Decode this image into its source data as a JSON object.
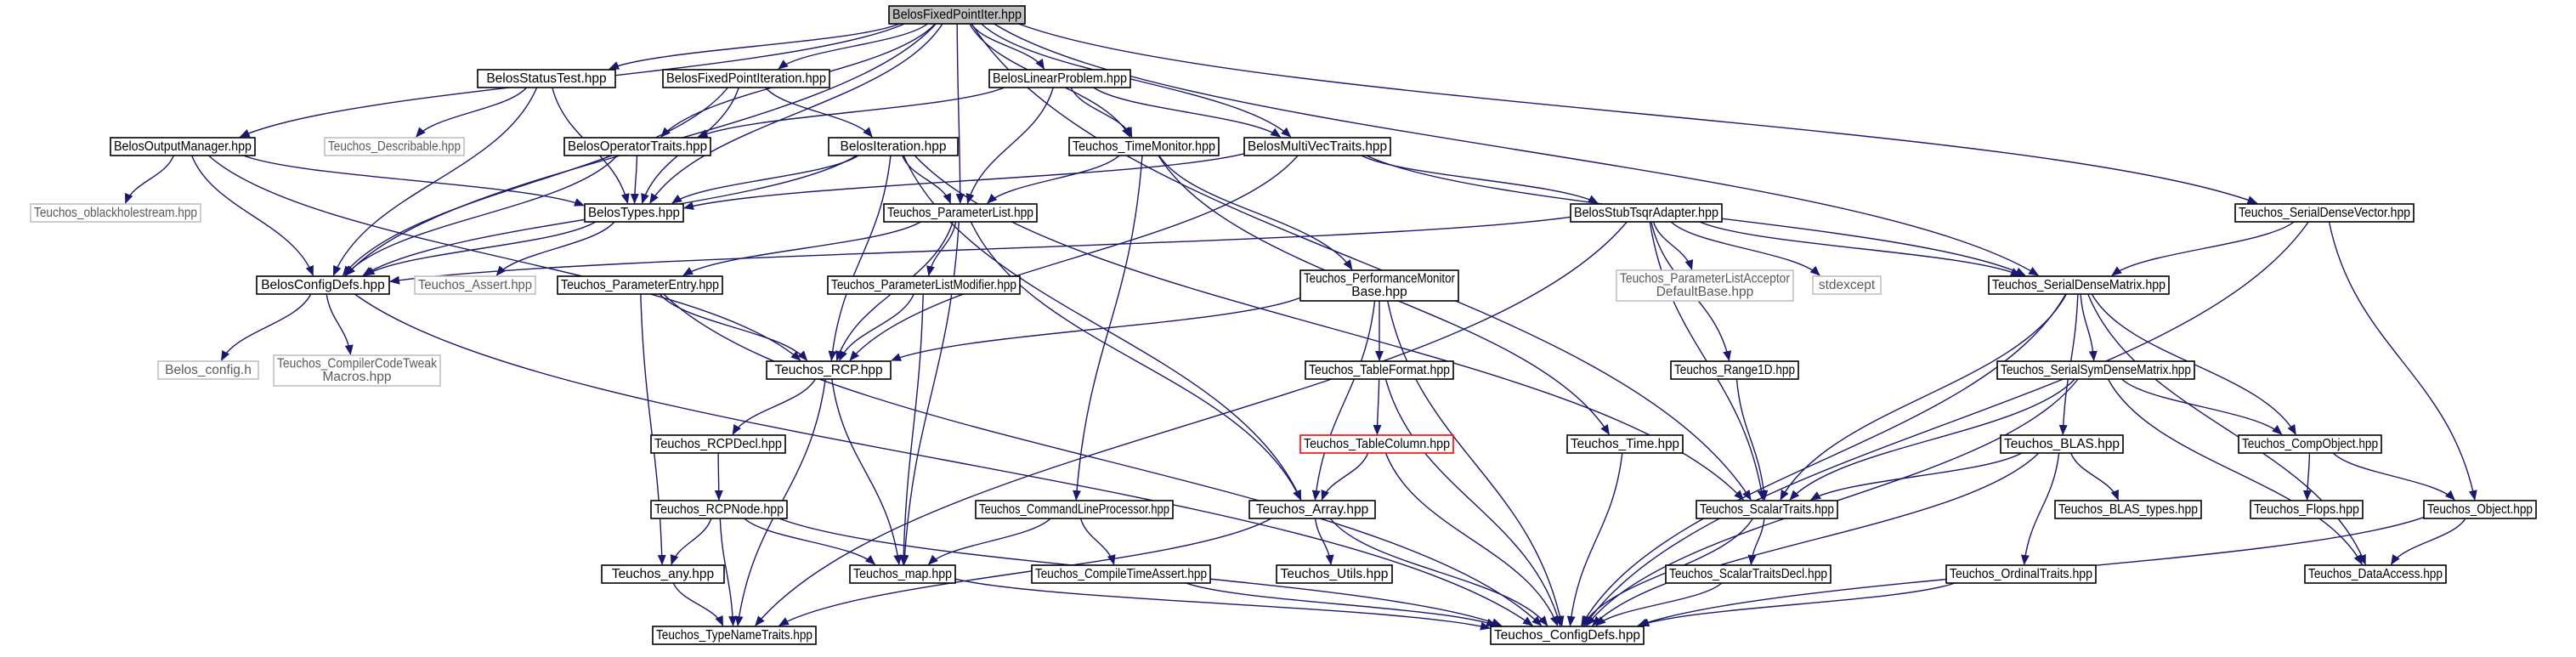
{
  "colors": {
    "edge": "#191970",
    "node_border": "#000000",
    "node_border_external": "#bfbfbf",
    "node_border_truncated": "#ff0000",
    "root_fill": "#bfbfbf",
    "node_fill": "#ffffff",
    "text": "#000000",
    "text_external": "#5a5a5a"
  },
  "nodes": [
    {
      "id": "root",
      "label": "BelosFixedPointIter.hpp",
      "kind": "root"
    },
    {
      "id": "statustest",
      "label": "BelosStatusTest.hpp"
    },
    {
      "id": "fpiteration",
      "label": "BelosFixedPointIteration.hpp"
    },
    {
      "id": "linearproblem",
      "label": "BelosLinearProblem.hpp"
    },
    {
      "id": "serialdensevector",
      "label": "Teuchos_SerialDenseVector.hpp"
    },
    {
      "id": "outputmanager",
      "label": "BelosOutputManager.hpp"
    },
    {
      "id": "describable",
      "label": "Teuchos_Describable.hpp",
      "kind": "external"
    },
    {
      "id": "operatortraits",
      "label": "BelosOperatorTraits.hpp"
    },
    {
      "id": "iteration",
      "label": "BelosIteration.hpp"
    },
    {
      "id": "timemonitor",
      "label": "Teuchos_TimeMonitor.hpp"
    },
    {
      "id": "multivectraits",
      "label": "BelosMultiVecTraits.hpp"
    },
    {
      "id": "oblackhole",
      "label": "Teuchos_oblackholestream.hpp",
      "kind": "external"
    },
    {
      "id": "belostypes",
      "label": "BelosTypes.hpp"
    },
    {
      "id": "parameterlist",
      "label": "Teuchos_ParameterList.hpp"
    },
    {
      "id": "stubtsqr",
      "label": "BelosStubTsqrAdapter.hpp"
    },
    {
      "id": "configdefs_belos",
      "label": "BelosConfigDefs.hpp"
    },
    {
      "id": "assert",
      "label": "Teuchos_Assert.hpp",
      "kind": "external"
    },
    {
      "id": "parameterentry",
      "label": "Teuchos_ParameterEntry.hpp"
    },
    {
      "id": "plmodifier",
      "label": "Teuchos_ParameterListModifier.hpp"
    },
    {
      "id": "perfmonitor",
      "label": [
        "Teuchos_PerformanceMonitor",
        "Base.hpp"
      ]
    },
    {
      "id": "placceptor",
      "label": [
        "Teuchos_ParameterListAcceptor",
        "DefaultBase.hpp"
      ],
      "kind": "external"
    },
    {
      "id": "stdexcept",
      "label": "stdexcept",
      "kind": "external"
    },
    {
      "id": "serialdensematrix",
      "label": "Teuchos_SerialDenseMatrix.hpp"
    },
    {
      "id": "belosconfig",
      "label": "Belos_config.h",
      "kind": "external"
    },
    {
      "id": "compilercodetweak",
      "label": [
        "Teuchos_CompilerCodeTweak",
        "Macros.hpp"
      ],
      "kind": "external"
    },
    {
      "id": "rcp",
      "label": "Teuchos_RCP.hpp"
    },
    {
      "id": "tableformat",
      "label": "Teuchos_TableFormat.hpp"
    },
    {
      "id": "range1d",
      "label": "Teuchos_Range1D.hpp"
    },
    {
      "id": "serialsym",
      "label": "Teuchos_SerialSymDenseMatrix.hpp"
    },
    {
      "id": "rcpdecl",
      "label": "Teuchos_RCPDecl.hpp"
    },
    {
      "id": "tablecolumn",
      "label": "Teuchos_TableColumn.hpp",
      "kind": "truncated"
    },
    {
      "id": "time",
      "label": "Teuchos_Time.hpp"
    },
    {
      "id": "blas",
      "label": "Teuchos_BLAS.hpp"
    },
    {
      "id": "compobject",
      "label": "Teuchos_CompObject.hpp"
    },
    {
      "id": "rcpnode",
      "label": "Teuchos_RCPNode.hpp"
    },
    {
      "id": "cmdline",
      "label": "Teuchos_CommandLineProcessor.hpp"
    },
    {
      "id": "array",
      "label": "Teuchos_Array.hpp"
    },
    {
      "id": "scalartraits",
      "label": "Teuchos_ScalarTraits.hpp"
    },
    {
      "id": "blastypes",
      "label": "Teuchos_BLAS_types.hpp"
    },
    {
      "id": "flops",
      "label": "Teuchos_Flops.hpp"
    },
    {
      "id": "object",
      "label": "Teuchos_Object.hpp"
    },
    {
      "id": "any",
      "label": "Teuchos_any.hpp"
    },
    {
      "id": "map",
      "label": "Teuchos_map.hpp"
    },
    {
      "id": "compiletimeassert",
      "label": "Teuchos_CompileTimeAssert.hpp"
    },
    {
      "id": "utils",
      "label": "Teuchos_Utils.hpp"
    },
    {
      "id": "scalartraitsdecl",
      "label": "Teuchos_ScalarTraitsDecl.hpp"
    },
    {
      "id": "ordinaltraits",
      "label": "Teuchos_OrdinalTraits.hpp"
    },
    {
      "id": "dataaccess",
      "label": "Teuchos_DataAccess.hpp"
    },
    {
      "id": "typenametraits",
      "label": "Teuchos_TypeNameTraits.hpp"
    },
    {
      "id": "configdefs",
      "label": "Teuchos_ConfigDefs.hpp"
    }
  ],
  "edges": [
    [
      "root",
      "statustest"
    ],
    [
      "root",
      "fpiteration"
    ],
    [
      "root",
      "linearproblem"
    ],
    [
      "root",
      "serialdensevector"
    ],
    [
      "root",
      "outputmanager"
    ],
    [
      "root",
      "operatortraits"
    ],
    [
      "root",
      "timemonitor"
    ],
    [
      "root",
      "multivectraits"
    ],
    [
      "root",
      "belostypes"
    ],
    [
      "root",
      "parameterlist"
    ],
    [
      "root",
      "configdefs_belos"
    ],
    [
      "root",
      "serialdensematrix"
    ],
    [
      "root",
      "scalartraits"
    ],
    [
      "statustest",
      "describable"
    ],
    [
      "statustest",
      "belostypes"
    ],
    [
      "statustest",
      "configdefs_belos"
    ],
    [
      "fpiteration",
      "iteration"
    ],
    [
      "fpiteration",
      "belostypes"
    ],
    [
      "fpiteration",
      "configdefs_belos"
    ],
    [
      "linearproblem",
      "operatortraits"
    ],
    [
      "linearproblem",
      "timemonitor"
    ],
    [
      "linearproblem",
      "multivectraits"
    ],
    [
      "linearproblem",
      "parameterlist"
    ],
    [
      "outputmanager",
      "oblackhole"
    ],
    [
      "outputmanager",
      "belostypes"
    ],
    [
      "outputmanager",
      "configdefs_belos"
    ],
    [
      "outputmanager",
      "rcp"
    ],
    [
      "operatortraits",
      "belostypes"
    ],
    [
      "operatortraits",
      "configdefs_belos"
    ],
    [
      "iteration",
      "belostypes"
    ],
    [
      "iteration",
      "parameterlist"
    ],
    [
      "iteration",
      "configdefs_belos"
    ],
    [
      "iteration",
      "rcp"
    ],
    [
      "iteration",
      "array"
    ],
    [
      "iteration",
      "scalartraits"
    ],
    [
      "timemonitor",
      "parameterlist"
    ],
    [
      "timemonitor",
      "perfmonitor"
    ],
    [
      "timemonitor",
      "cmdline"
    ],
    [
      "timemonitor",
      "time"
    ],
    [
      "multivectraits",
      "belostypes"
    ],
    [
      "multivectraits",
      "stubtsqr"
    ],
    [
      "multivectraits",
      "serialdensematrix"
    ],
    [
      "multivectraits",
      "rcp"
    ],
    [
      "belostypes",
      "configdefs_belos"
    ],
    [
      "belostypes",
      "assert"
    ],
    [
      "parameterlist",
      "parameterentry"
    ],
    [
      "parameterlist",
      "plmodifier"
    ],
    [
      "parameterlist",
      "rcp"
    ],
    [
      "parameterlist",
      "array"
    ],
    [
      "parameterlist",
      "map"
    ],
    [
      "stubtsqr",
      "placceptor"
    ],
    [
      "stubtsqr",
      "stdexcept"
    ],
    [
      "stubtsqr",
      "serialdensematrix"
    ],
    [
      "stubtsqr",
      "range1d"
    ],
    [
      "stubtsqr",
      "scalartraits"
    ],
    [
      "stubtsqr",
      "typenametraits"
    ],
    [
      "stubtsqr",
      "configdefs_belos"
    ],
    [
      "configdefs_belos",
      "belosconfig"
    ],
    [
      "configdefs_belos",
      "compilercodetweak"
    ],
    [
      "configdefs_belos",
      "configdefs"
    ],
    [
      "parameterentry",
      "rcp"
    ],
    [
      "parameterentry",
      "any"
    ],
    [
      "parameterentry",
      "configdefs"
    ],
    [
      "plmodifier",
      "rcp"
    ],
    [
      "plmodifier",
      "map"
    ],
    [
      "perfmonitor",
      "rcp"
    ],
    [
      "perfmonitor",
      "tableformat"
    ],
    [
      "perfmonitor",
      "array"
    ],
    [
      "perfmonitor",
      "configdefs"
    ],
    [
      "serialdensematrix",
      "serialsym"
    ],
    [
      "serialdensematrix",
      "blas"
    ],
    [
      "serialdensematrix",
      "compobject"
    ],
    [
      "serialdensematrix",
      "scalartraits"
    ],
    [
      "serialdensematrix",
      "dataaccess"
    ],
    [
      "serialdensematrix",
      "configdefs"
    ],
    [
      "serialdensevector",
      "serialdensematrix"
    ],
    [
      "serialdensevector",
      "object"
    ],
    [
      "serialdensevector",
      "configdefs"
    ],
    [
      "rcp",
      "rcpdecl"
    ],
    [
      "rcp",
      "map"
    ],
    [
      "rcp",
      "typenametraits"
    ],
    [
      "tableformat",
      "tablecolumn"
    ],
    [
      "tableformat",
      "configdefs"
    ],
    [
      "tablecolumn",
      "array"
    ],
    [
      "tablecolumn",
      "configdefs"
    ],
    [
      "range1d",
      "scalartraits"
    ],
    [
      "serialsym",
      "compobject"
    ],
    [
      "serialsym",
      "scalartraits"
    ],
    [
      "serialsym",
      "dataaccess"
    ],
    [
      "serialsym",
      "configdefs"
    ],
    [
      "rcpdecl",
      "rcpnode"
    ],
    [
      "rcpnode",
      "any"
    ],
    [
      "rcpnode",
      "map"
    ],
    [
      "rcpnode",
      "typenametraits"
    ],
    [
      "rcpnode",
      "configdefs"
    ],
    [
      "time",
      "configdefs"
    ],
    [
      "blas",
      "blastypes"
    ],
    [
      "blas",
      "ordinaltraits"
    ],
    [
      "blas",
      "scalartraits"
    ],
    [
      "blas",
      "configdefs"
    ],
    [
      "compobject",
      "flops"
    ],
    [
      "compobject",
      "object"
    ],
    [
      "cmdline",
      "map"
    ],
    [
      "cmdline",
      "compiletimeassert"
    ],
    [
      "array",
      "utils"
    ],
    [
      "array",
      "typenametraits"
    ],
    [
      "array",
      "configdefs"
    ],
    [
      "scalartraits",
      "scalartraitsdecl"
    ],
    [
      "scalartraits",
      "configdefs"
    ],
    [
      "object",
      "dataaccess"
    ],
    [
      "object",
      "configdefs"
    ],
    [
      "any",
      "typenametraits"
    ],
    [
      "map",
      "configdefs"
    ],
    [
      "compiletimeassert",
      "configdefs"
    ],
    [
      "scalartraitsdecl",
      "configdefs"
    ],
    [
      "ordinaltraits",
      "configdefs"
    ]
  ]
}
